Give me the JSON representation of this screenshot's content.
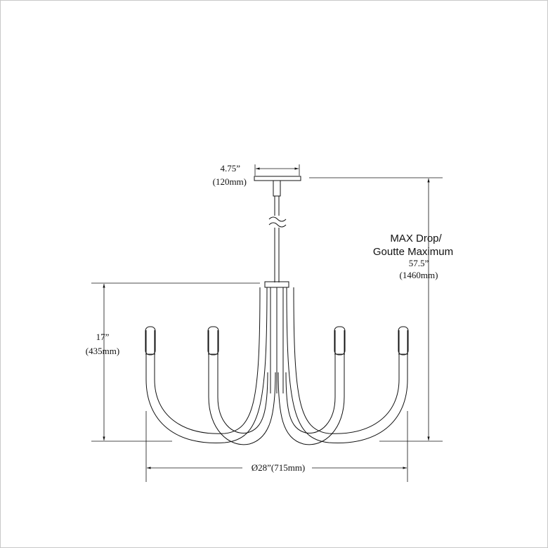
{
  "canopy": {
    "width_in": "4.75”",
    "width_mm": "(120mm)"
  },
  "height": {
    "in": "17”",
    "mm": "(435mm)"
  },
  "drop": {
    "title_en": "MAX Drop/",
    "title_fr": "Goutte Maximum",
    "in": "57.5”",
    "mm": "(1460mm)"
  },
  "diameter": {
    "label": "Ø28”(715mm)"
  },
  "colors": {
    "line": "#111111",
    "frame": "#c8c8c8"
  }
}
